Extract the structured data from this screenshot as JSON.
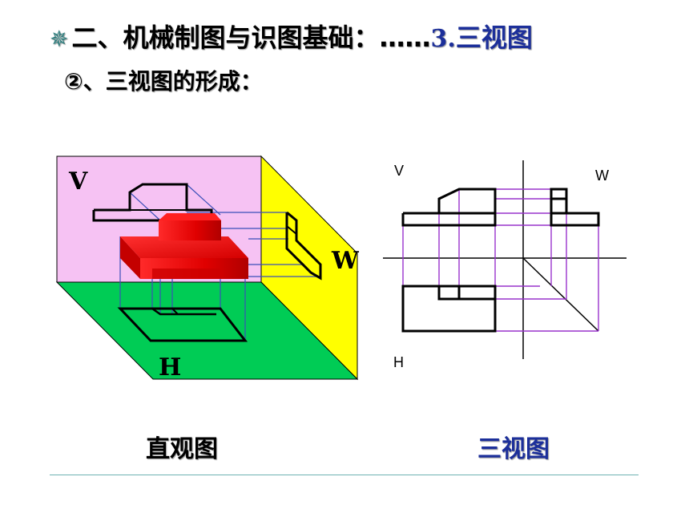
{
  "title": {
    "bullet": "✵",
    "main": "二、机械制图与识图基础：……",
    "section_num": "3.",
    "section_name": "三视图"
  },
  "subtitle": "②、三视图的形成：",
  "pictorial": {
    "label_v": "V",
    "label_w": "W",
    "label_h": "H",
    "colors": {
      "v_plane": "#f6c2f3",
      "w_plane": "#ffff00",
      "h_plane": "#00cc55",
      "object": "#ee0000"
    }
  },
  "orthographic": {
    "label_v": "V",
    "label_w": "W",
    "label_h": "H",
    "colors": {
      "projection_line": "#9933cc",
      "outline": "#000000"
    }
  },
  "captions": {
    "pictorial": "直观图",
    "three_view": "三视图"
  }
}
